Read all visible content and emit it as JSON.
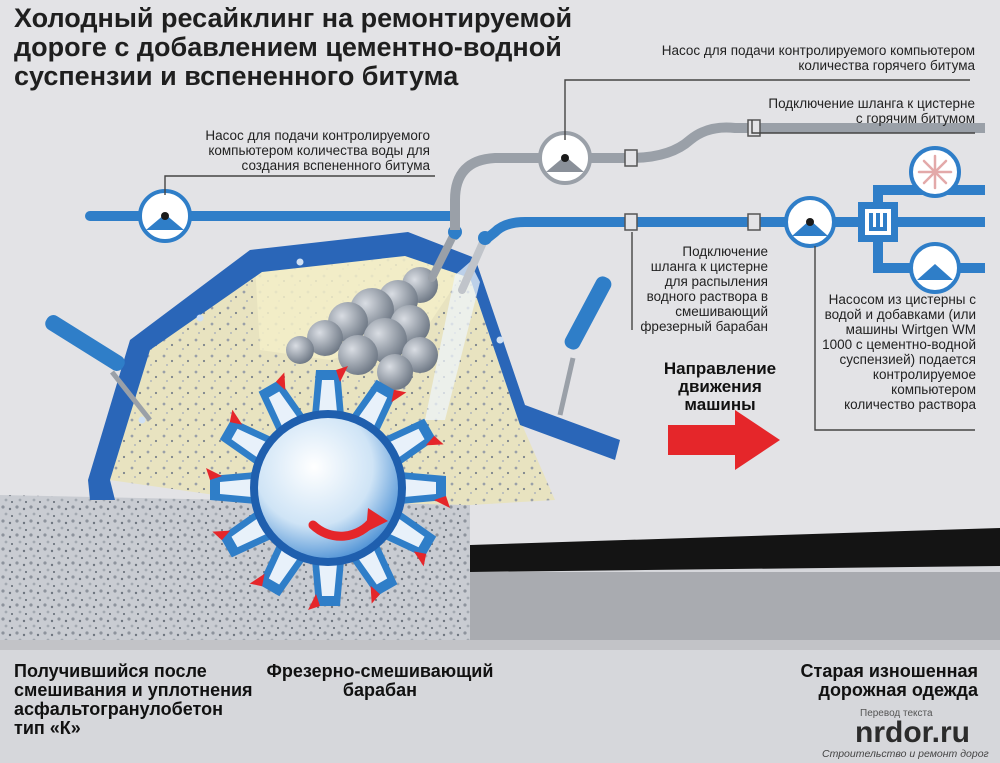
{
  "title": "Холодный ресайклинг на ремонтируемой дороге с добавлением цементно-водной суспензии и вспененного битума",
  "labels": {
    "hot_bitumen_pump": "Насос для подачи контролируемого компьютером количества горячего битума",
    "hot_bitumen_hose": "Подключение шланга к цистерне с горячим битумом",
    "water_pump": "Насос для подачи контролируемого компьютером количества воды для создания вспененного битума",
    "water_hose": "Подключение шланга к цистерне для распыления водного раствора в смешивающий фрезерный барабан",
    "suspension_supply": "Насосом из цистерны с водой и добавками (или машины Wirtgen WM 1000 с цементно-водной суспензией) подается контролируемое компьютером количество раствора",
    "direction": "Направление движения машины",
    "result_material": "Получившийся после смешивания и уплотнения асфальтогранулобетон тип «К»",
    "drum": "Фрезерно-смешивающий барабан",
    "old_pavement": "Старая изношенная дорожная одежда"
  },
  "credit": {
    "small": "Перевод текста",
    "site": "nrdor.ru",
    "tagline": "Строительство и ремонт дорог"
  },
  "colors": {
    "background": "#e3e3e6",
    "machine_blue": "#2a66b8",
    "pipe_blue": "#2f7ec8",
    "foam_cream": "#f3efc8",
    "arrow_red": "#e5262a",
    "asphalt_black": "#141414"
  }
}
